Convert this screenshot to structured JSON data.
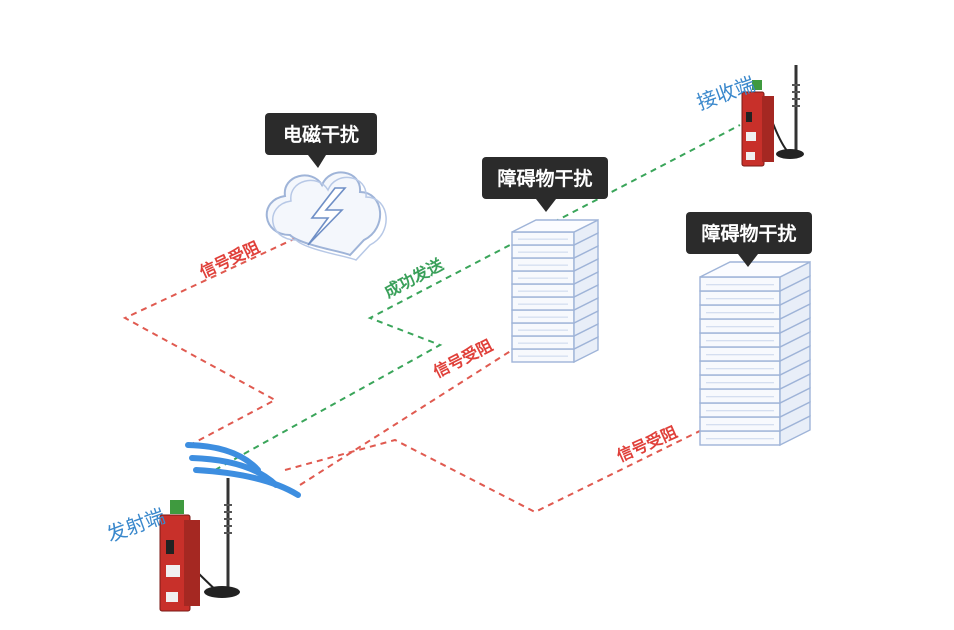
{
  "labels": {
    "em_interference": "电磁干扰",
    "obstacle_1": "障碍物干扰",
    "obstacle_2": "障碍物干扰",
    "receiver": "接收端",
    "transmitter": "发射端",
    "success": "成功发送",
    "blocked_1": "信号受阻",
    "blocked_2": "信号受阻",
    "blocked_3": "信号受阻"
  },
  "colors": {
    "blocked_path": "#e05a50",
    "success_path": "#3aa55a",
    "signal_waves": "#3d8ee0",
    "device_body": "#c8302a",
    "bubble": "#2b2b2b",
    "role_text": "#3a88cc",
    "outline": "#9fb4d8"
  },
  "icons": [
    "cloud-lightning-icon",
    "server-rack-icon",
    "router-device-icon",
    "antenna-icon",
    "signal-wave-icon"
  ]
}
